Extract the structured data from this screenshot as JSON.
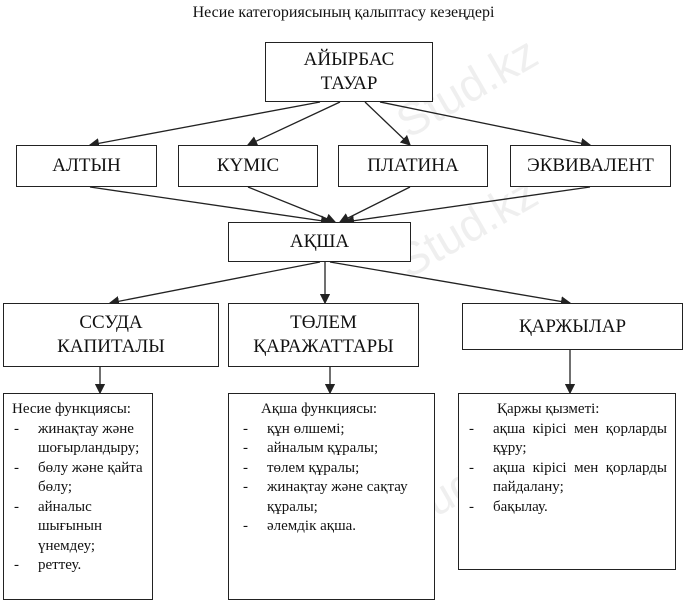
{
  "title": "Несие категориясының қалыптасу кезеңдері",
  "top": "АЙЫРБАС ТАУАР",
  "row2": [
    "АЛТЫН",
    "КҮМІС",
    "ПЛАТИНА",
    "ЭКВИВАЛЕНТ"
  ],
  "center": "АҚША",
  "row4": [
    "ССУДА КАПИТАЛЫ",
    "ТӨЛЕМ ҚАРАЖАТТАРЫ",
    "ҚАРЖЫЛАР"
  ],
  "lists": [
    {
      "heading": "Несие функциясы:",
      "items": [
        "жинақтау және шоғырландыру;",
        "бөлу және қайта бөлу;",
        "айналыс шығынын үнемдеу;",
        "реттеу."
      ]
    },
    {
      "heading": "Ақша функциясы:",
      "items": [
        "құн өлшемі;",
        "айналым құралы;",
        "төлем құралы;",
        "жинақтау және сақтау құралы;",
        "әлемдік ақша."
      ]
    },
    {
      "heading": "Қаржы қызметі:",
      "items": [
        "ақша кірісі мен қорларды құру;",
        "ақша кірісі мен қорларды пайдалану;",
        "бақылау."
      ]
    }
  ],
  "watermark": "Stud.kz"
}
